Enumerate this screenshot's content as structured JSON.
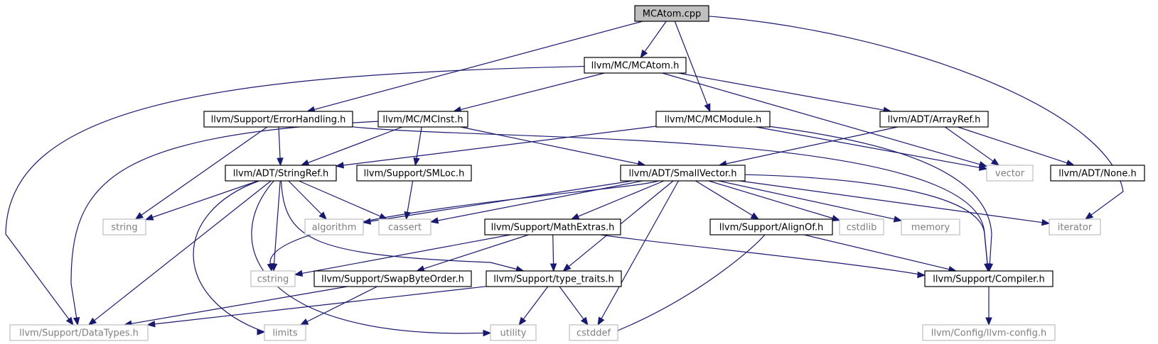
{
  "nodes": [
    {
      "id": "mcatom_cpp",
      "label": "MCAtom.cpp",
      "kind": "root"
    },
    {
      "id": "mc_mcatom_h",
      "label": "llvm/MC/MCAtom.h",
      "kind": "normal"
    },
    {
      "id": "errorhandling_h",
      "label": "llvm/Support/ErrorHandling.h",
      "kind": "normal"
    },
    {
      "id": "mcinst_h",
      "label": "llvm/MC/MCInst.h",
      "kind": "normal"
    },
    {
      "id": "mcmodule_h",
      "label": "llvm/MC/MCModule.h",
      "kind": "normal"
    },
    {
      "id": "arrayref_h",
      "label": "llvm/ADT/ArrayRef.h",
      "kind": "normal"
    },
    {
      "id": "stringref_h",
      "label": "llvm/ADT/StringRef.h",
      "kind": "normal"
    },
    {
      "id": "smloc_h",
      "label": "llvm/Support/SMLoc.h",
      "kind": "normal"
    },
    {
      "id": "smallvector_h",
      "label": "llvm/ADT/SmallVector.h",
      "kind": "normal"
    },
    {
      "id": "vector",
      "label": "vector",
      "kind": "system"
    },
    {
      "id": "none_h",
      "label": "llvm/ADT/None.h",
      "kind": "normal"
    },
    {
      "id": "string",
      "label": "string",
      "kind": "system"
    },
    {
      "id": "algorithm",
      "label": "algorithm",
      "kind": "system"
    },
    {
      "id": "cassert",
      "label": "cassert",
      "kind": "system"
    },
    {
      "id": "mathextras_h",
      "label": "llvm/Support/MathExtras.h",
      "kind": "normal"
    },
    {
      "id": "alignof_h",
      "label": "llvm/Support/AlignOf.h",
      "kind": "normal"
    },
    {
      "id": "cstdlib",
      "label": "cstdlib",
      "kind": "system"
    },
    {
      "id": "memory",
      "label": "memory",
      "kind": "system"
    },
    {
      "id": "iterator",
      "label": "iterator",
      "kind": "system"
    },
    {
      "id": "cstring",
      "label": "cstring",
      "kind": "system"
    },
    {
      "id": "swapbyteorder_h",
      "label": "llvm/Support/SwapByteOrder.h",
      "kind": "normal"
    },
    {
      "id": "type_traits_h",
      "label": "llvm/Support/type_traits.h",
      "kind": "normal"
    },
    {
      "id": "compiler_h",
      "label": "llvm/Support/Compiler.h",
      "kind": "normal"
    },
    {
      "id": "datatypes_h",
      "label": "llvm/Support/DataTypes.h",
      "kind": "system"
    },
    {
      "id": "limits",
      "label": "limits",
      "kind": "system"
    },
    {
      "id": "utility",
      "label": "utility",
      "kind": "system"
    },
    {
      "id": "cstddef",
      "label": "cstddef",
      "kind": "system"
    },
    {
      "id": "llvm_config_h",
      "label": "llvm/Config/llvm-config.h",
      "kind": "system"
    }
  ],
  "edges": [
    [
      "mcatom_cpp",
      "mc_mcatom_h"
    ],
    [
      "mcatom_cpp",
      "errorhandling_h"
    ],
    [
      "mcatom_cpp",
      "mcmodule_h"
    ],
    [
      "mcatom_cpp",
      "iterator"
    ],
    [
      "mc_mcatom_h",
      "mcinst_h"
    ],
    [
      "mc_mcatom_h",
      "arrayref_h"
    ],
    [
      "mc_mcatom_h",
      "vector"
    ],
    [
      "mc_mcatom_h",
      "datatypes_h"
    ],
    [
      "errorhandling_h",
      "stringref_h"
    ],
    [
      "errorhandling_h",
      "string"
    ],
    [
      "errorhandling_h",
      "compiler_h"
    ],
    [
      "mcinst_h",
      "stringref_h"
    ],
    [
      "mcinst_h",
      "smloc_h"
    ],
    [
      "mcinst_h",
      "smallvector_h"
    ],
    [
      "mcinst_h",
      "datatypes_h"
    ],
    [
      "mcmodule_h",
      "stringref_h"
    ],
    [
      "mcmodule_h",
      "vector"
    ],
    [
      "mcmodule_h",
      "compiler_h"
    ],
    [
      "arrayref_h",
      "smallvector_h"
    ],
    [
      "arrayref_h",
      "vector"
    ],
    [
      "arrayref_h",
      "none_h"
    ],
    [
      "stringref_h",
      "string"
    ],
    [
      "stringref_h",
      "algorithm"
    ],
    [
      "stringref_h",
      "cassert"
    ],
    [
      "stringref_h",
      "cstring"
    ],
    [
      "stringref_h",
      "limits"
    ],
    [
      "stringref_h",
      "utility"
    ],
    [
      "stringref_h",
      "type_traits_h"
    ],
    [
      "stringref_h",
      "datatypes_h"
    ],
    [
      "smloc_h",
      "cassert"
    ],
    [
      "smallvector_h",
      "algorithm"
    ],
    [
      "smallvector_h",
      "cassert"
    ],
    [
      "smallvector_h",
      "mathextras_h"
    ],
    [
      "smallvector_h",
      "alignof_h"
    ],
    [
      "smallvector_h",
      "cstdlib"
    ],
    [
      "smallvector_h",
      "memory"
    ],
    [
      "smallvector_h",
      "iterator"
    ],
    [
      "smallvector_h",
      "cstring"
    ],
    [
      "smallvector_h",
      "type_traits_h"
    ],
    [
      "smallvector_h",
      "compiler_h"
    ],
    [
      "smallvector_h",
      "cstddef"
    ],
    [
      "mathextras_h",
      "cstring"
    ],
    [
      "mathextras_h",
      "swapbyteorder_h"
    ],
    [
      "mathextras_h",
      "type_traits_h"
    ],
    [
      "mathextras_h",
      "compiler_h"
    ],
    [
      "alignof_h",
      "compiler_h"
    ],
    [
      "alignof_h",
      "cstddef"
    ],
    [
      "swapbyteorder_h",
      "datatypes_h"
    ],
    [
      "swapbyteorder_h",
      "limits"
    ],
    [
      "type_traits_h",
      "datatypes_h"
    ],
    [
      "type_traits_h",
      "utility"
    ],
    [
      "type_traits_h",
      "cstddef"
    ],
    [
      "compiler_h",
      "llvm_config_h"
    ]
  ],
  "colors": {
    "edge": "#191970",
    "root_fill": "#bfbfbf",
    "normal_border": "#000000",
    "system_border": "#bfbfbf",
    "system_text": "#7f7f7f"
  }
}
